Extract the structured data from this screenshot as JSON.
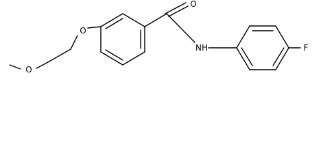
{
  "molecule": {
    "atoms": {
      "carbonyl_oxygen": "O",
      "ether_oxygen_aryl": "O",
      "ether_oxygen_methoxy": "O",
      "amide_nitrogen": "NH",
      "fluorine": "F"
    },
    "colors": {
      "bond": "#000000",
      "label": "#000000",
      "background": "#ffffff"
    }
  }
}
